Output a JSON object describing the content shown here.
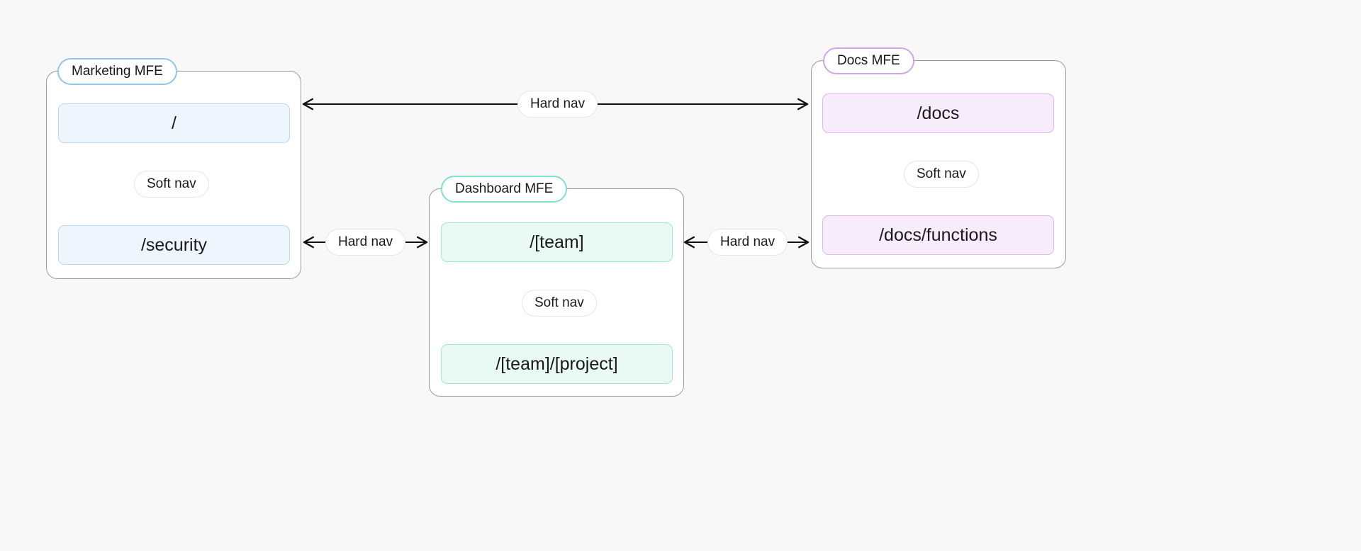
{
  "canvas": {
    "background": "#f8f8f8"
  },
  "palette": {
    "blue_border": "#93c5ea",
    "blue_fill": "#eef5fd",
    "teal_border": "#7fe0d0",
    "teal_fill": "#e9faf5",
    "purple_border": "#cfa6e8",
    "purple_fill": "#f7ecfb",
    "container_border": "#9a9a9a",
    "edge_stroke": "#111111"
  },
  "groups": {
    "marketing": {
      "label": "Marketing MFE"
    },
    "dashboard": {
      "label": "Dashboard MFE"
    },
    "docs": {
      "label": "Docs MFE"
    }
  },
  "nodes": {
    "marketing_root": {
      "label": "/"
    },
    "marketing_security": {
      "label": "/security"
    },
    "dashboard_team": {
      "label": "/[team]"
    },
    "dashboard_team_project": {
      "label": "/[team]/[project]"
    },
    "docs_root": {
      "label": "/docs"
    },
    "docs_functions": {
      "label": "/docs/functions"
    }
  },
  "edges": {
    "marketing_soft": {
      "label": "Soft nav"
    },
    "dashboard_soft": {
      "label": "Soft nav"
    },
    "docs_soft": {
      "label": "Soft nav"
    },
    "marketing_docs_hard": {
      "label": "Hard nav"
    },
    "marketing_dashboard_hard": {
      "label": "Hard nav"
    },
    "dashboard_docs_hard": {
      "label": "Hard nav"
    }
  }
}
